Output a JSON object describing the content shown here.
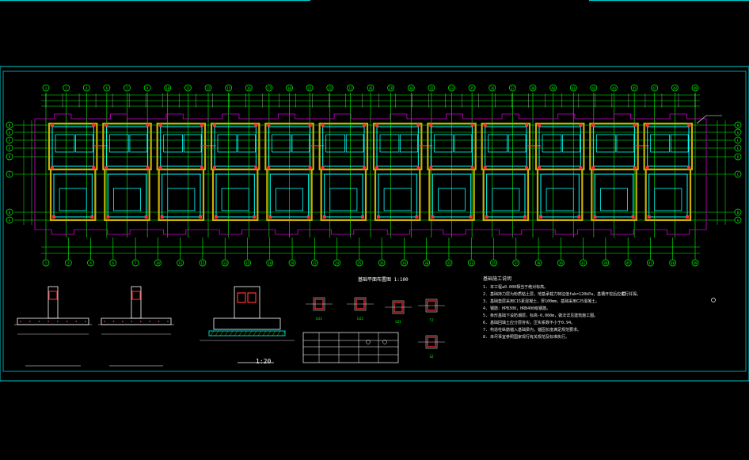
{
  "drawing": {
    "scale_text": "1:20",
    "plan_title": "基础平面布置图 1:100",
    "colors": {
      "background": "#000000",
      "frame": "#00c8c8",
      "wall": "#00ffff",
      "grid": "#00ff00",
      "column": "#ff3030",
      "footing": "#c8b000",
      "outline": "#d000d0",
      "dimension": "#ffffff"
    },
    "bubbles_top": [
      "1",
      "2",
      "4",
      "6",
      "7",
      "9",
      "10",
      "11",
      "12",
      "15",
      "16",
      "17",
      "18",
      "21",
      "22",
      "23",
      "26",
      "28",
      "30",
      "32",
      "33",
      "35",
      "36",
      "37",
      "38",
      "40",
      "41",
      "42",
      "44",
      "45",
      "47",
      "48",
      "49"
    ],
    "bubbles_bottom": [
      "1",
      "2",
      "4",
      "6",
      "7",
      "10",
      "11",
      "12",
      "13",
      "15",
      "18",
      "19",
      "22",
      "24",
      "25",
      "26",
      "28",
      "30",
      "32",
      "33",
      "35",
      "37",
      "38",
      "39",
      "42",
      "44",
      "45",
      "47",
      "48",
      "49"
    ],
    "bubbles_left": [
      "H",
      "G",
      "F",
      "E",
      "D",
      "C",
      "B",
      "A"
    ],
    "section_labels": [
      "DJ1",
      "DJ2",
      "GZ1",
      "TZ",
      "GZ"
    ],
    "notes_header": "基础施工说明",
    "notes": [
      "1. 本工程±0.000相当于绝对标高。",
      "2. 基础持力层为粉质粘土层，地基承载力特征值fak=120kPa，基槽开挖后应进行钎探。",
      "3. 基础垫层采用C15素混凝土，厚100mm，基础采用C25混凝土。",
      "4. 钢筋：HPB300，HRB400级钢筋。",
      "5. 条形基础下设防潮层，标高-0.060m，做法详见建筑施工图。",
      "6. 基础回填土应分层夯实，压实系数不小于0.94。",
      "7. 构造柱纵筋锚入基础梁内，锚固长度满足规范要求。",
      "8. 未尽事宜参照国家现行有关规范及标准执行。"
    ]
  }
}
